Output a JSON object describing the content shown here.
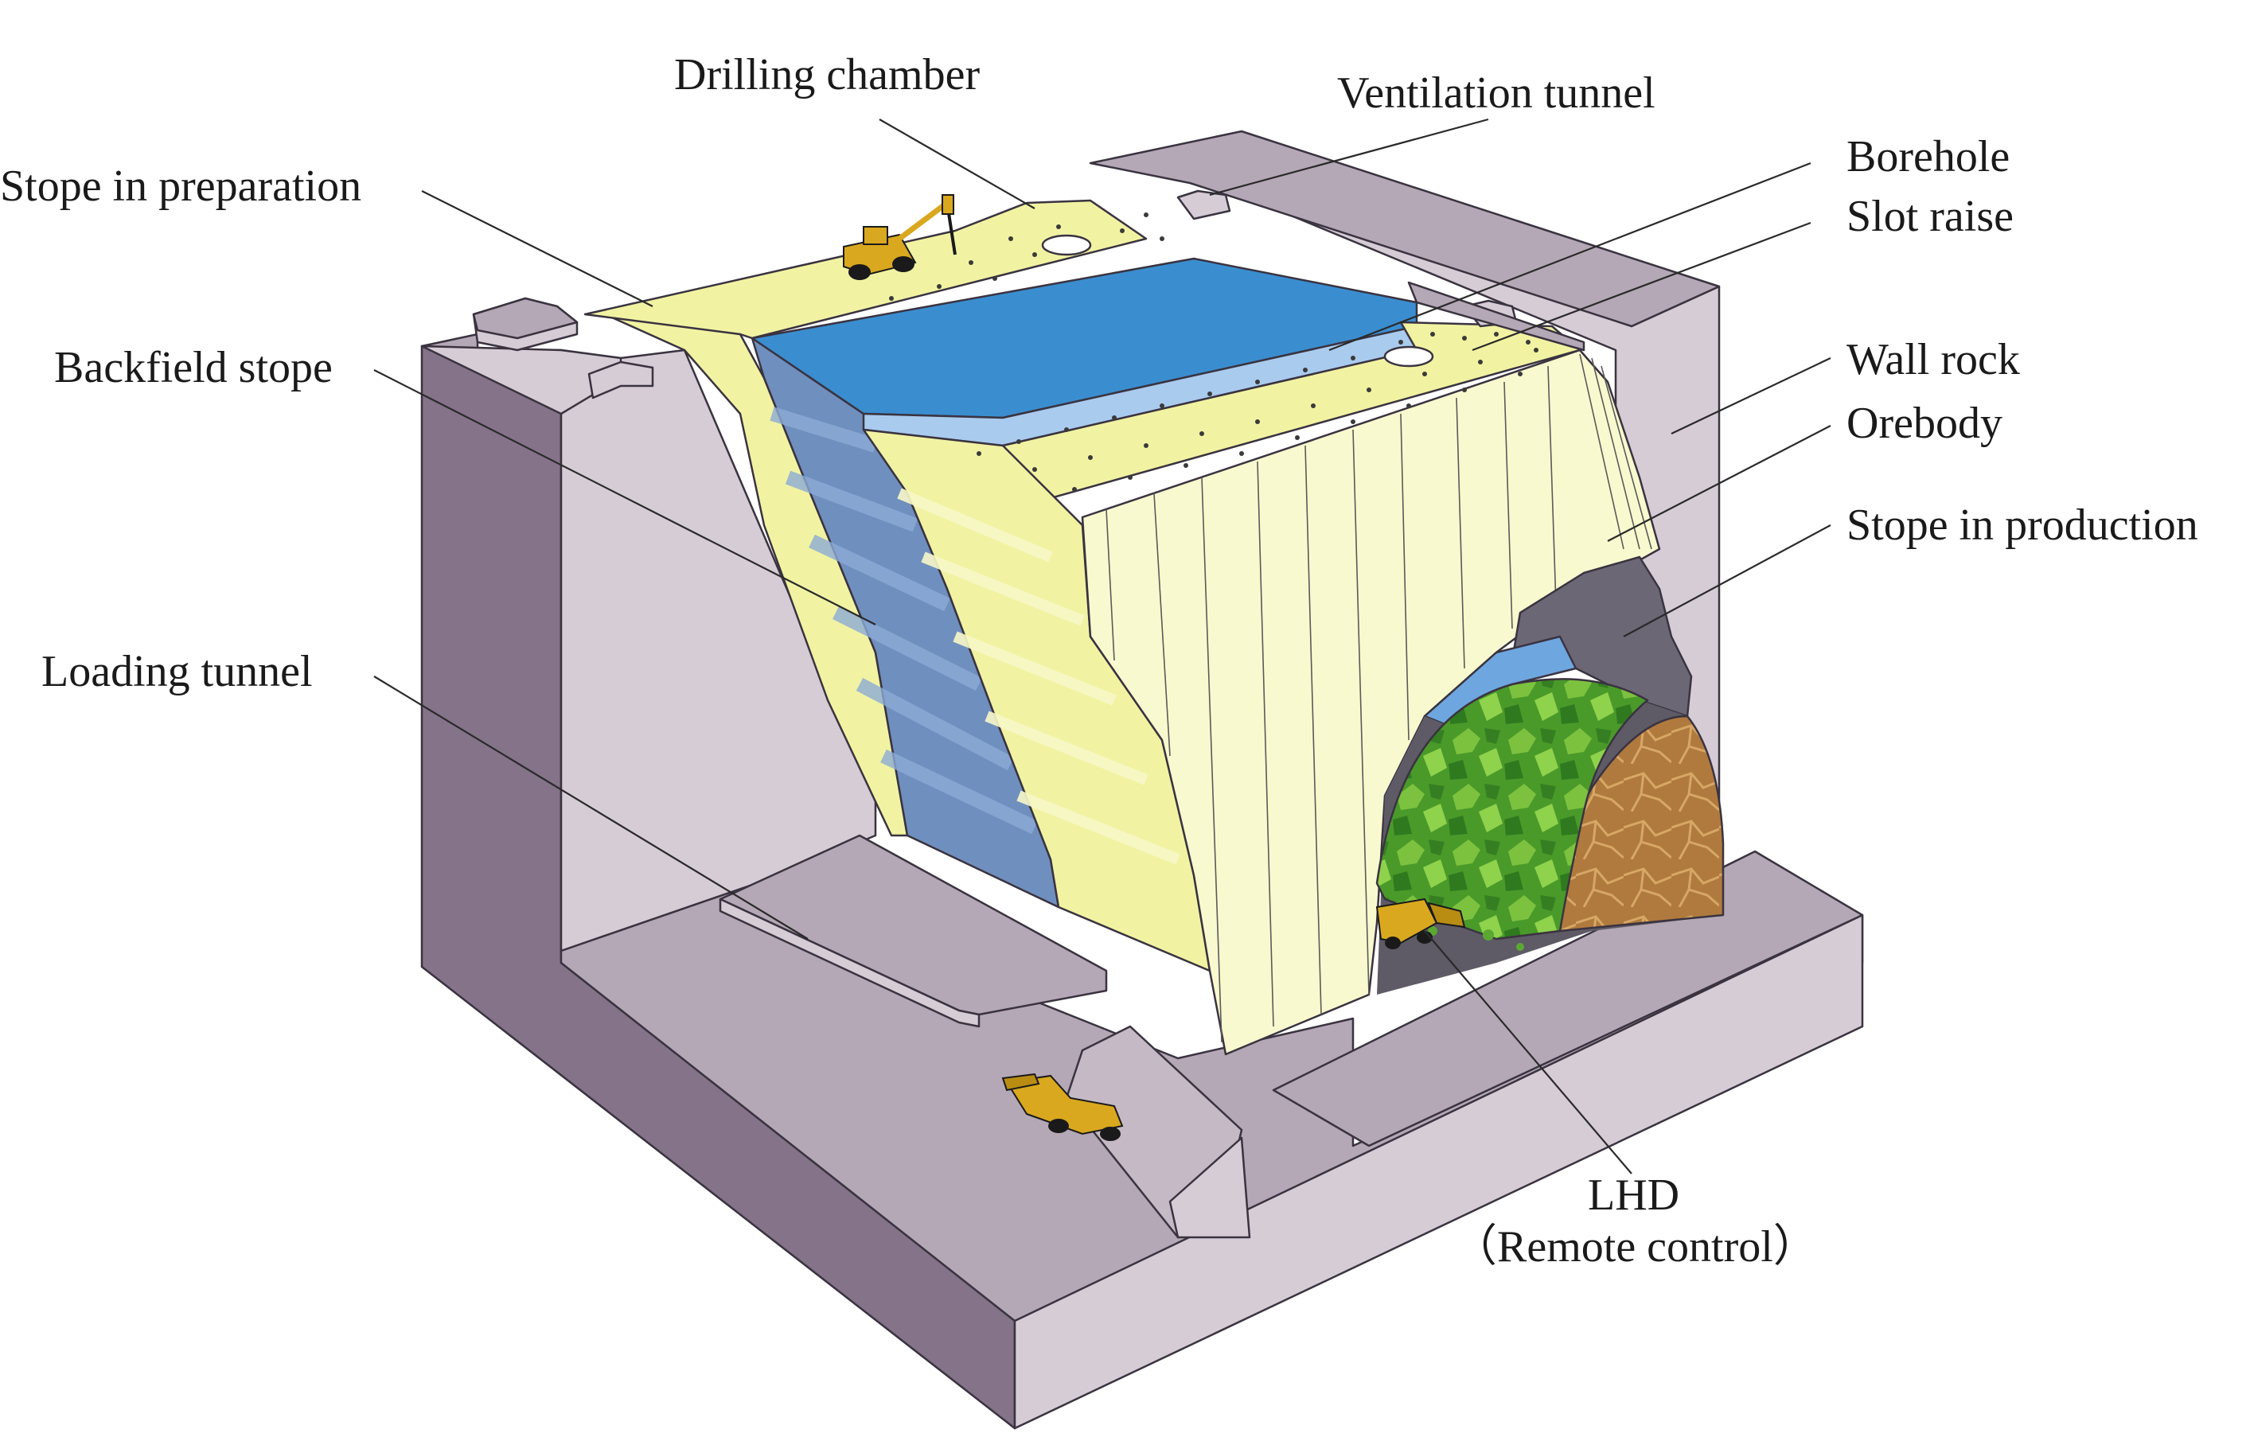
{
  "labels": {
    "drilling_chamber": "Drilling chamber",
    "ventilation_tunnel": "Ventilation tunnel",
    "borehole": "Borehole",
    "slot_raise": "Slot raise",
    "stope_in_preparation": "Stope in preparation",
    "backfield_stope": "Backfield stope",
    "wall_rock": "Wall rock",
    "orebody": "Orebody",
    "stope_in_production": "Stope in production",
    "loading_tunnel": "Loading tunnel",
    "lhd": "LHD",
    "lhd_note": "（Remote control）"
  },
  "colors": {
    "rock_front": "#d6ccd6",
    "rock_side": "#847389",
    "rock_top": "#b5a8b6",
    "ore_yellow": "#f1f3a2",
    "ore_face": "#f9f9cf",
    "backfill_blue": "#3a8ed0",
    "backfill_light": "#a9cbee",
    "backfill_slope": "#6f8fbe",
    "blasted_ore": "#5aa832",
    "muck": "#b07a3e",
    "machine": "#d9a81e"
  },
  "icons": [
    "drill-rig-icon",
    "lhd-loader-icon",
    "lhd-tunnel-loader-icon"
  ]
}
